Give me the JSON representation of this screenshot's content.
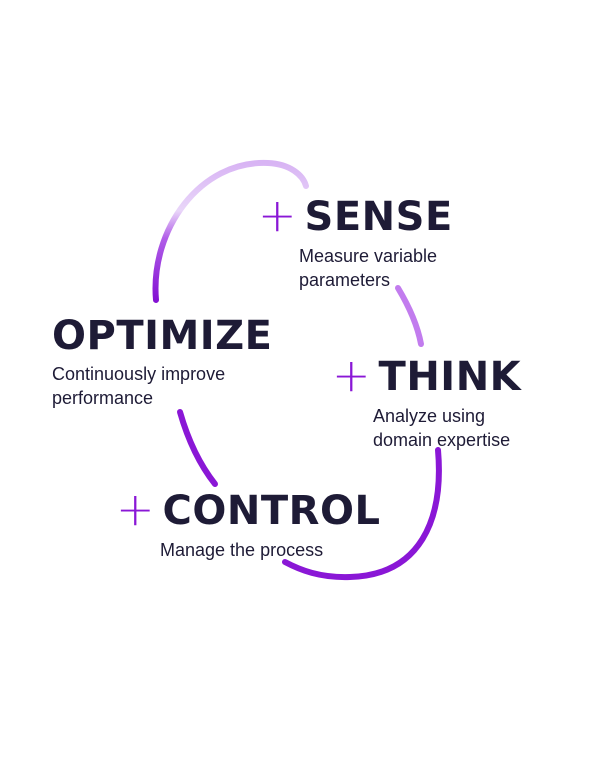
{
  "diagram": {
    "stages": {
      "sense": {
        "title": "SENSE",
        "description": "Measure variable\nparameters",
        "marker": "+"
      },
      "think": {
        "title": "THINK",
        "description": "Analyze using\ndomain expertise",
        "marker": "+"
      },
      "control": {
        "title": "CONTROL",
        "description": "Manage the process",
        "marker": "+"
      },
      "optimize": {
        "title": "OPTIMIZE",
        "description": "Continuously improve\nperformance"
      }
    },
    "colors": {
      "accent": "#8a17d6",
      "accent_light": "#e4cdf6",
      "text": "#1e1b36",
      "background": "#ffffff"
    }
  }
}
